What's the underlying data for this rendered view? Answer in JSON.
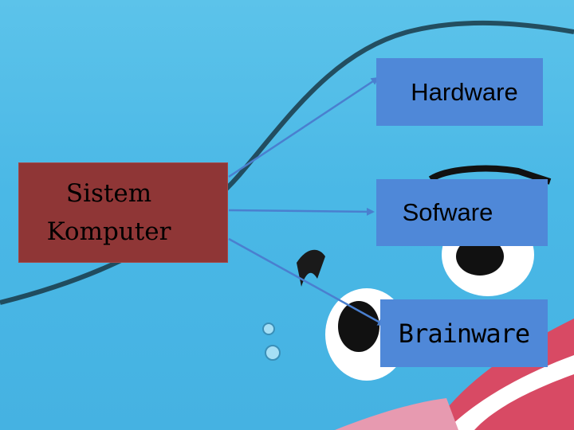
{
  "diagram": {
    "source_node": {
      "label": "Sistem\nKomputer"
    },
    "targets": [
      {
        "label": "Hardware"
      },
      {
        "label": "Sofware"
      },
      {
        "label": "Brainware"
      }
    ]
  },
  "colors": {
    "background": "#4ab8e6",
    "source_fill": "#8f3636",
    "target_fill": "#4f88d8",
    "arrow": "#4a7fcf"
  }
}
